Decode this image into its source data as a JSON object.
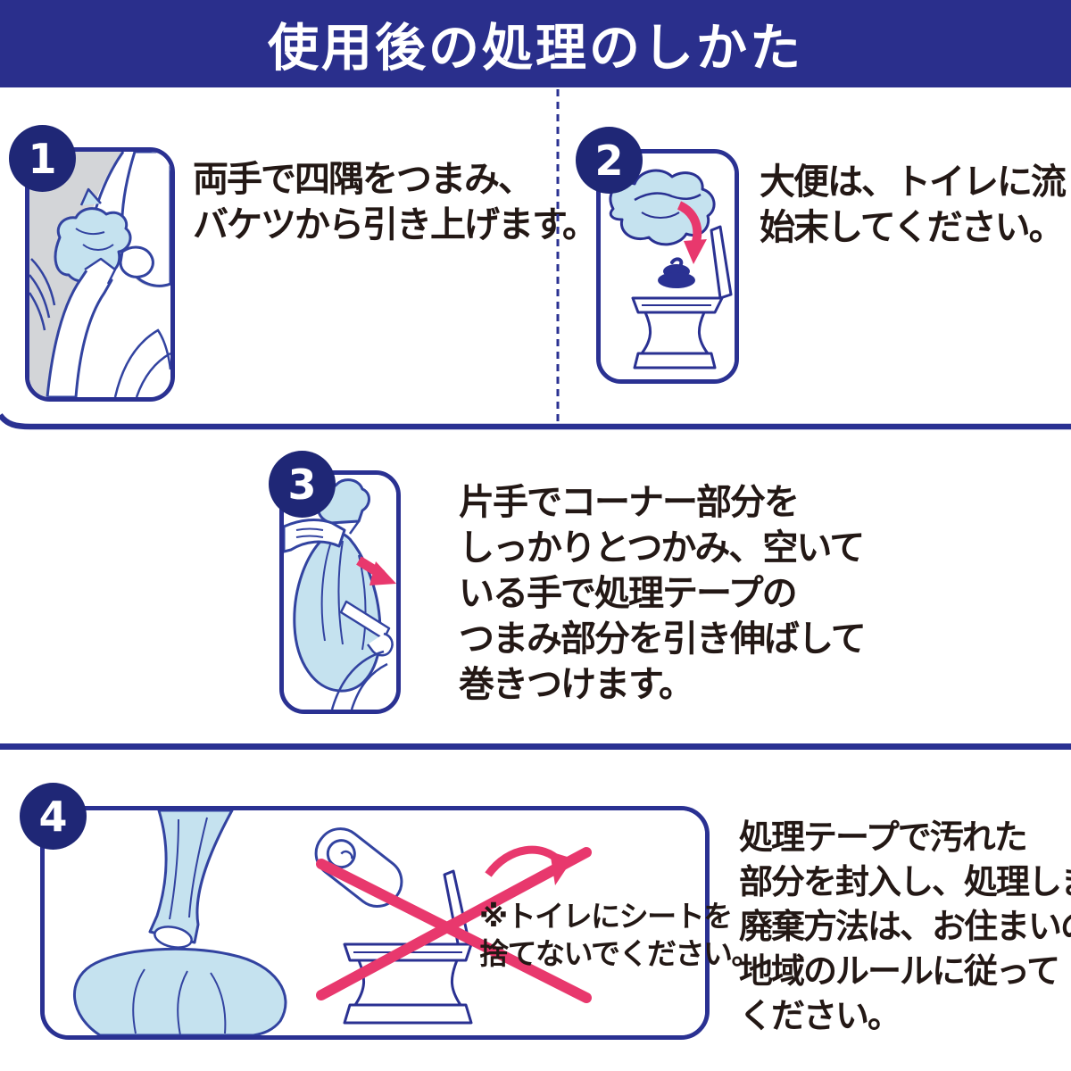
{
  "header": {
    "title": "使用後の処理のしかた"
  },
  "colors": {
    "navy_header": "#2A2F8C",
    "navy_badge": "#1F2776",
    "navy_frame": "#2A3192",
    "illustration_outline": "#3243A0",
    "text": "#231815",
    "sheet_light_blue": "#C5E2EF",
    "toilet_gray": "#D3D5D8",
    "warning_pink": "#E8386D",
    "background": "#FFFFFF"
  },
  "steps": [
    {
      "number": "1",
      "caption_lines": [
        "両手で四隅をつまみ、",
        "バケツから引き上げます。"
      ],
      "illustration": "lifting-sheet-from-bucket-by-four-corners"
    },
    {
      "number": "2",
      "caption_lines": [
        "大便は、トイレに流して",
        "始末してください。"
      ],
      "illustration": "emptying-solid-waste-into-toilet"
    },
    {
      "number": "3",
      "caption_lines": [
        "片手でコーナー部分を",
        "しっかりとつかみ、空いて",
        "いる手で処理テープの",
        "つまみ部分を引き伸ばして",
        "巻きつけます。"
      ],
      "illustration": "pulling-disposal-tape-around-bag"
    },
    {
      "number": "4",
      "caption_lines": [
        "処理テープで汚れた",
        "部分を封入し、処理します。",
        "廃棄方法は、お住まいの",
        "地域のルールに従って",
        "ください。"
      ],
      "note_lines": [
        "※トイレにシートを",
        "捨てないでください。"
      ],
      "illustration": "tied-bag-and-do-not-flush-warning"
    }
  ]
}
